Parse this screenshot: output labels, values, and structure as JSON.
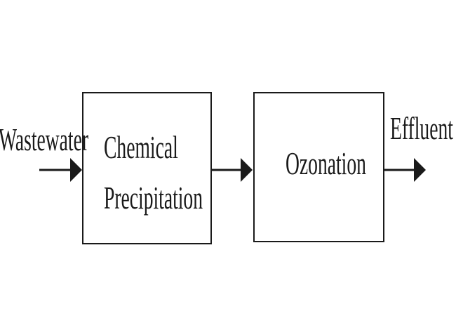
{
  "diagram": {
    "input_label": "Wastewater",
    "output_label": "Effluent",
    "process_1": {
      "line1": "Chemical",
      "line2": "Precipitation"
    },
    "process_2": {
      "label": "Ozonation"
    },
    "colors": {
      "stroke": "#1a1a1a",
      "text": "#1a1a1a",
      "background": "#ffffff"
    }
  }
}
